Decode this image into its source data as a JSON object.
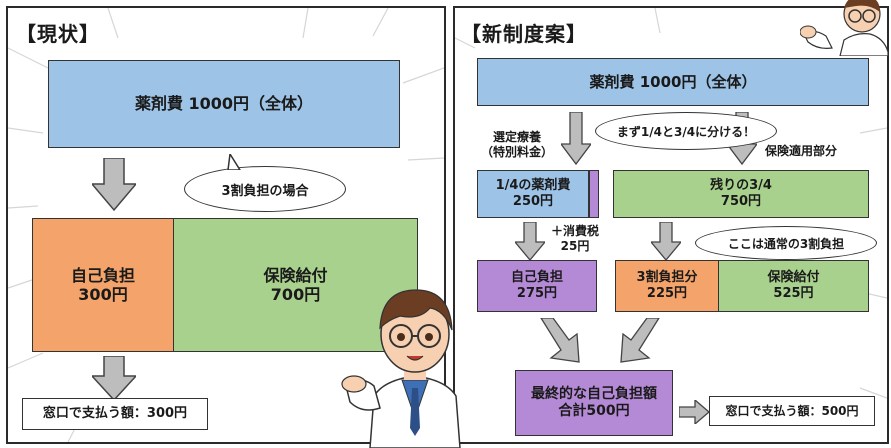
{
  "left_panel": {
    "title": "【現状】",
    "drug_cost_box": "薬剤費 1000円（全体）",
    "bubble": "3割負担の場合",
    "self_pay": {
      "label": "自己負担",
      "amount": "300円"
    },
    "insurance": {
      "label": "保険給付",
      "amount": "700円"
    },
    "window_pay": "窓口で支払う額：300円"
  },
  "right_panel": {
    "title": "【新制度案】",
    "drug_cost_box": "薬剤費 1000円（全体）",
    "split_bubble": "まず1/4と3/4に分ける！",
    "selected_label_line1": "選定療養",
    "selected_label_line2": "（特別料金）",
    "insured_label": "保険適用部分",
    "quarter": {
      "label": "1/4の薬剤費",
      "amount": "250円"
    },
    "rest": {
      "label": "残りの3/4",
      "amount": "750円"
    },
    "tax_label_line1": "＋消費税",
    "tax_label_line2": "25円",
    "normal_bubble": "ここは通常の3割負担",
    "self_pay": {
      "label": "自己負担",
      "amount": "275円"
    },
    "three_pay": {
      "label": "3割負担分",
      "amount": "225円"
    },
    "insurance": {
      "label": "保険給付",
      "amount": "525円"
    },
    "final": {
      "label": "最終的な自己負担額",
      "amount": "合計500円"
    },
    "window_pay": "窓口で支払う額：500円"
  },
  "colors": {
    "blue": "#9dc3e6",
    "green": "#a9d18e",
    "orange": "#f4a46a",
    "purple": "#b48ad6"
  }
}
